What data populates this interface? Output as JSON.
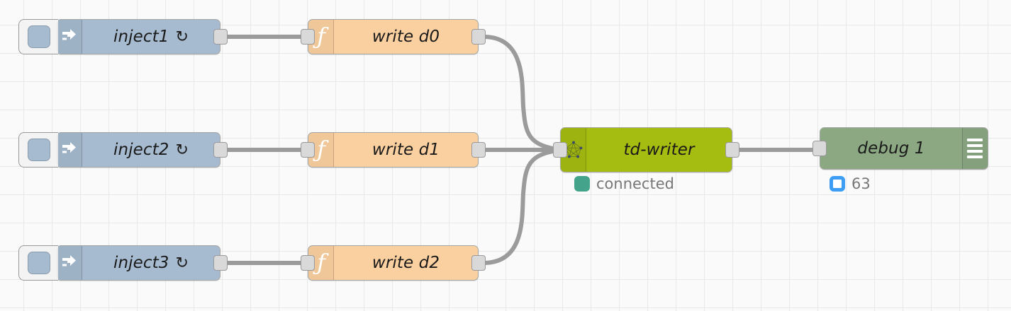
{
  "canvas": {
    "grid_size": 40,
    "background": "#fafafa",
    "grid_color": "#e8e8e8"
  },
  "palette": {
    "inject": "#a6bbcf",
    "function": "#fbd0a0",
    "td_writer": "#a5bc10",
    "debug": "#8ba882",
    "wire": "#9b9b9b",
    "port": "#d9d9d9",
    "status_connected": "#44a38b",
    "status_count": "#3d9cf4"
  },
  "nodes": {
    "inject1": {
      "label": "inject1",
      "repeat_glyph": "↻",
      "icon": "inject-arrow-icon"
    },
    "inject2": {
      "label": "inject2",
      "repeat_glyph": "↻",
      "icon": "inject-arrow-icon"
    },
    "inject3": {
      "label": "inject3",
      "repeat_glyph": "↻",
      "icon": "inject-arrow-icon"
    },
    "function0": {
      "label": "write d0",
      "icon": "function-f-icon"
    },
    "function1": {
      "label": "write d1",
      "icon": "function-f-icon"
    },
    "function2": {
      "label": "write d2",
      "icon": "function-f-icon"
    },
    "tdwriter": {
      "label": "td-writer",
      "icon": "graph-network-icon",
      "status": {
        "text": "connected",
        "indicator": "green-filled-square"
      }
    },
    "debug": {
      "label": "debug 1",
      "icon": "debug-bars-icon",
      "status": {
        "text": "63",
        "indicator": "blue-ring-square"
      }
    }
  }
}
